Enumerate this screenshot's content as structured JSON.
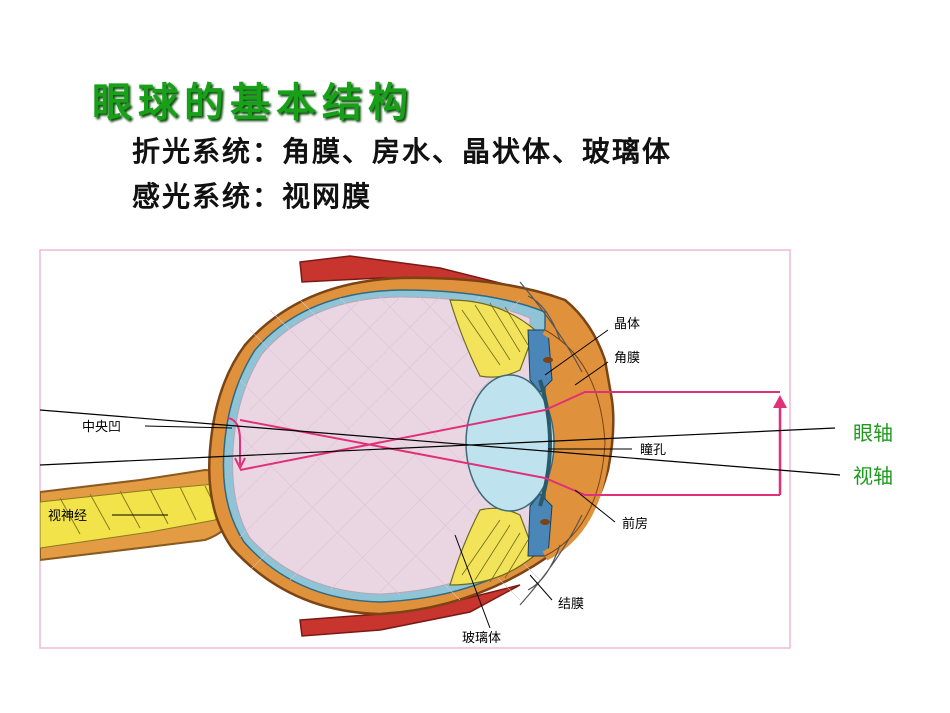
{
  "header": {
    "title": "眼球的基本结构",
    "line1": "折光系统：角膜、房水、晶状体、玻璃体",
    "line2": "感光系统：视网膜"
  },
  "diagram": {
    "labels": {
      "lens": "晶体",
      "cornea": "角膜",
      "fovea": "中央凹",
      "pupil": "瞳孔",
      "optic_nerve": "视神经",
      "anterior_chamber": "前房",
      "conjunctiva": "结膜",
      "vitreous": "玻璃体"
    },
    "axes": {
      "eye_axis": "眼轴",
      "visual_axis": "视轴"
    }
  },
  "colors": {
    "title_green": "#18a018",
    "axis_label_green": "#1d9a1d",
    "sclera_orange": "#e0913c",
    "interior_pink": "#ead6e2",
    "lens_blue": "#bfe3ee",
    "ray_pink": "#e0307a",
    "frame_border": "#f0b8d8"
  }
}
